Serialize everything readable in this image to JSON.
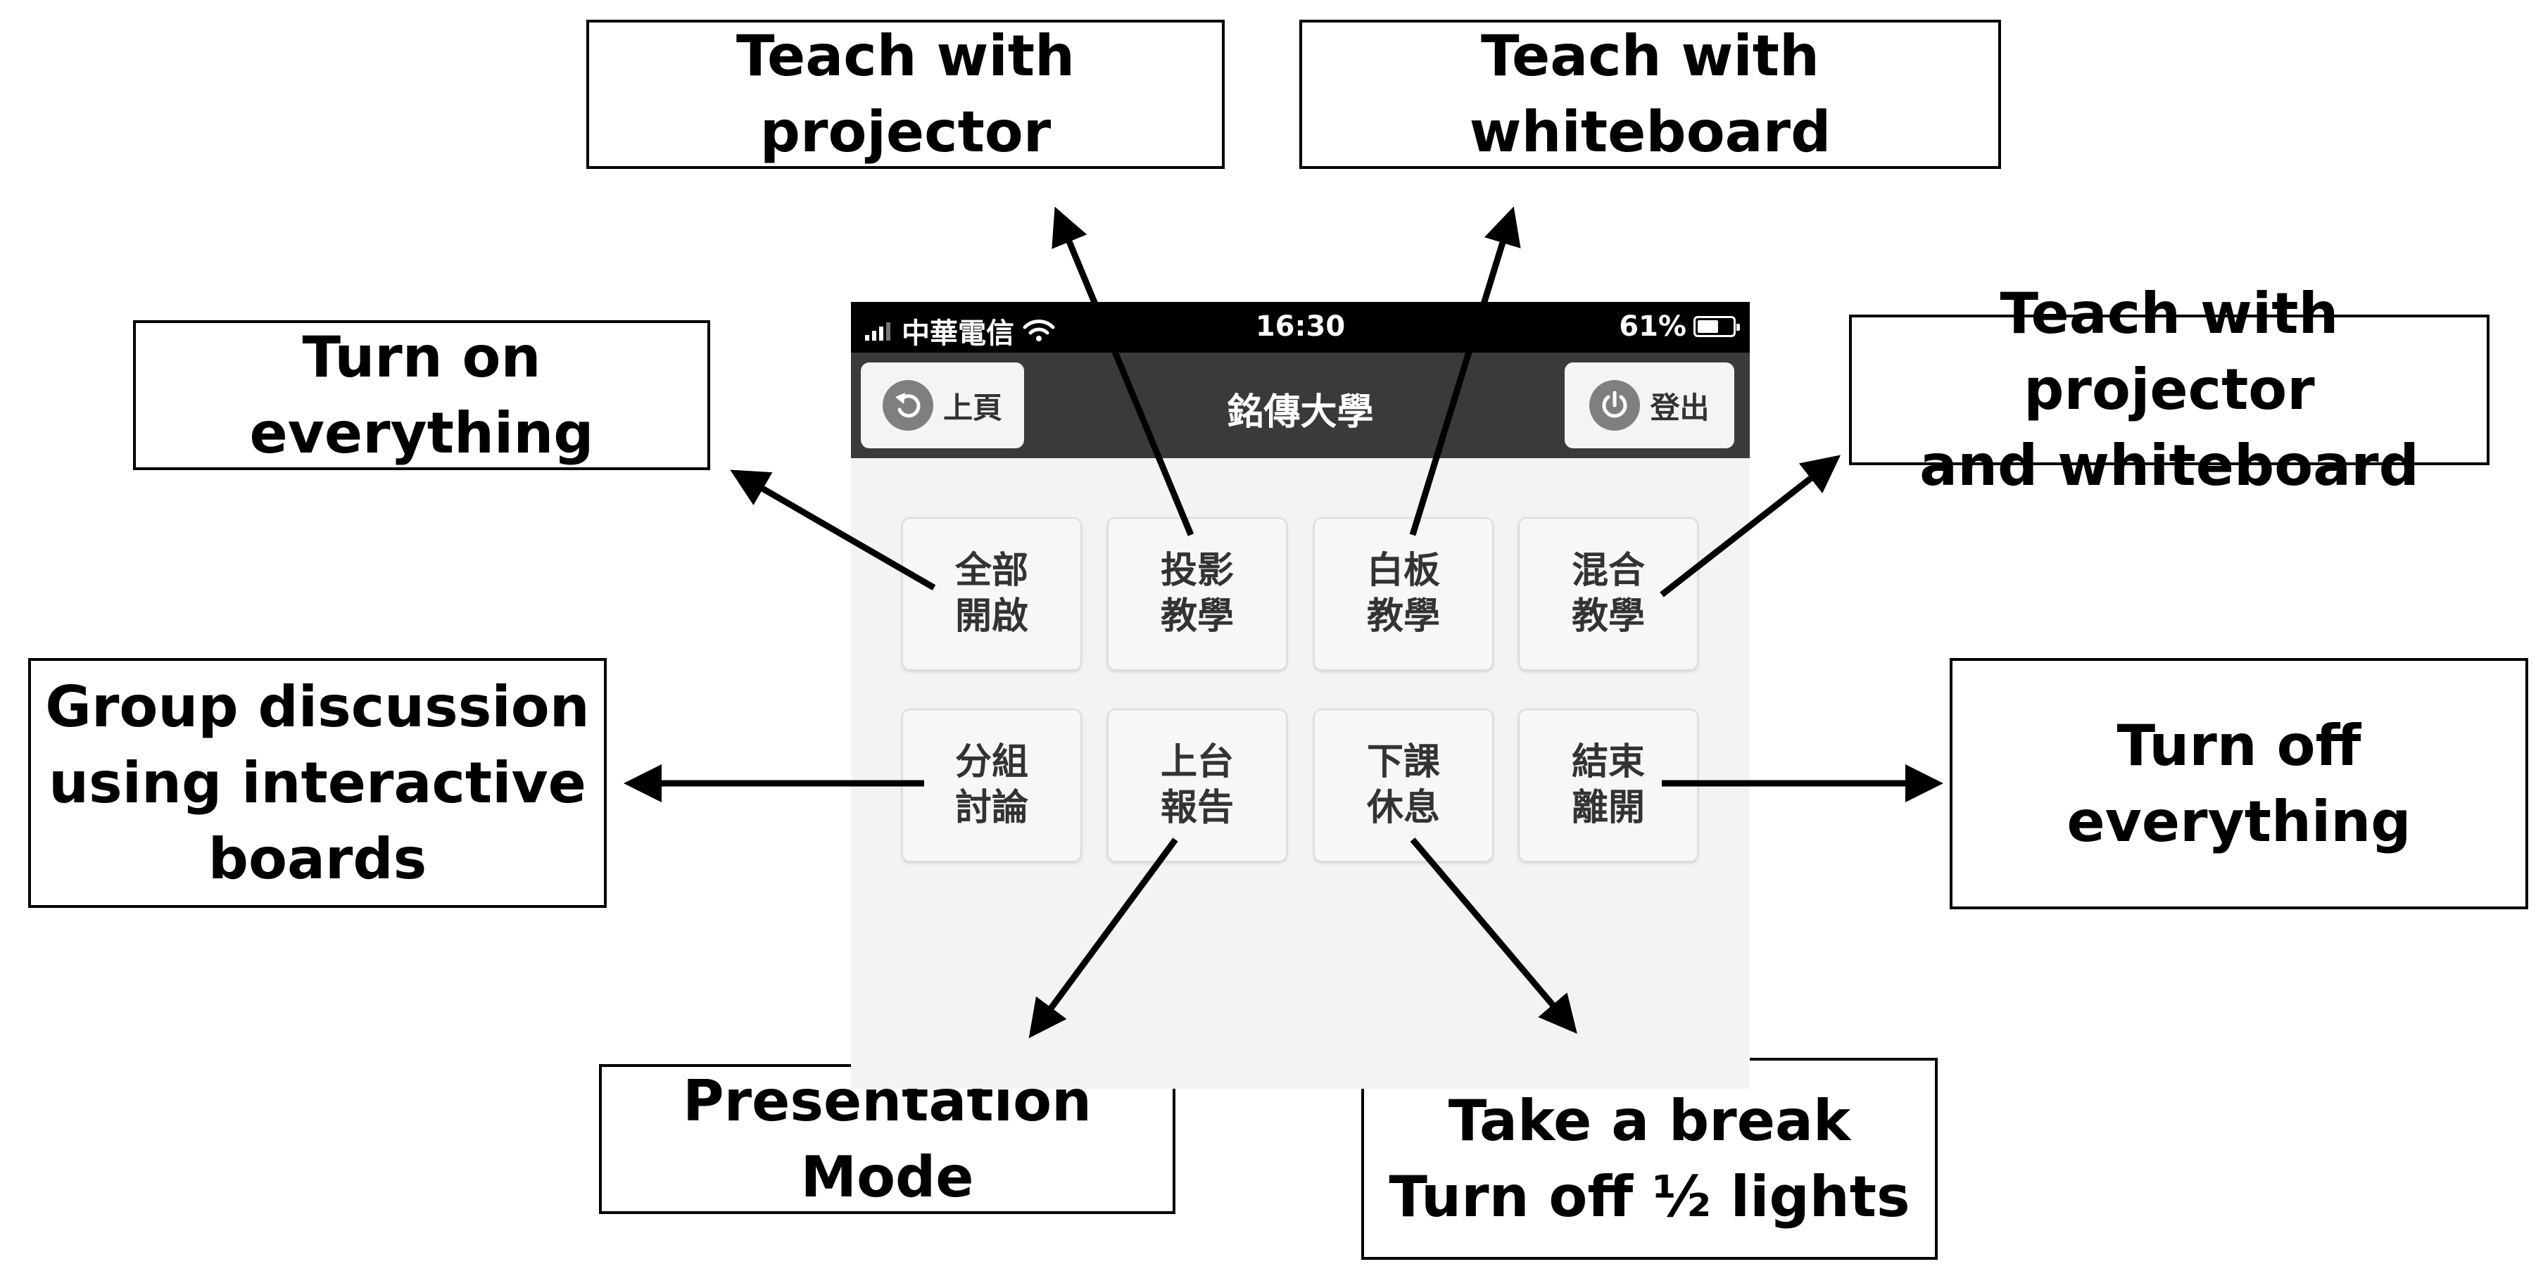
{
  "callouts": {
    "projector": "Teach with projector",
    "whiteboard": "Teach with whiteboard",
    "turn_on": "Turn on everything",
    "mixed_line1": "Teach with projector",
    "mixed_line2": "and whiteboard",
    "group_line1": "Group discussion",
    "group_line2": "using interactive",
    "group_line3": "boards",
    "turn_off": "Turn off everything",
    "presentation": "Presentation Mode",
    "break_line1": "Take a break",
    "break_line2": "Turn off ½ lights"
  },
  "phone": {
    "status": {
      "carrier": "中華電信",
      "time": "16:30",
      "battery": "61%",
      "battery_level": 0.61
    },
    "nav": {
      "back_label": "上頁",
      "title": "銘傳大學",
      "logout_label": "登出"
    },
    "tiles": [
      {
        "line1": "全部",
        "line2": "開啟"
      },
      {
        "line1": "投影",
        "line2": "教學"
      },
      {
        "line1": "白板",
        "line2": "教學"
      },
      {
        "line1": "混合",
        "line2": "教學"
      },
      {
        "line1": "分組",
        "line2": "討論"
      },
      {
        "line1": "上台",
        "line2": "報告"
      },
      {
        "line1": "下課",
        "line2": "休息"
      },
      {
        "line1": "結束",
        "line2": "離開"
      }
    ]
  }
}
